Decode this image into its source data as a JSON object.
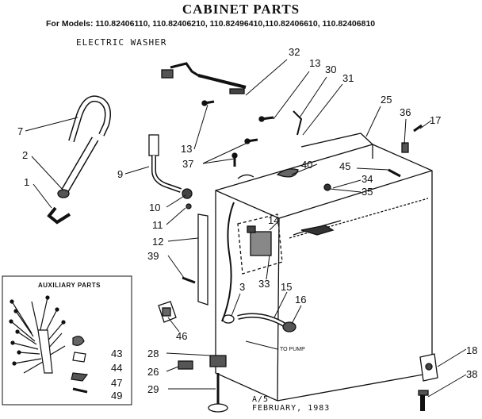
{
  "header": {
    "title": "CABINET PARTS",
    "models": "For Models: 110.82406110, 110.82406210, 110.82496410,110.82406610, 110.82406810",
    "subtitle": "ELECTRIC WASHER"
  },
  "auxiliary": {
    "title": "AUXILIARY PARTS"
  },
  "callouts": {
    "c1": "1",
    "c2": "2",
    "c3": "3",
    "c7": "7",
    "c9": "9",
    "c10": "10",
    "c11": "11",
    "c12": "12",
    "c13a": "13",
    "c13b": "13",
    "c14": "14",
    "c15": "15",
    "c16": "16",
    "c17": "17",
    "c18": "18",
    "c25": "25",
    "c26": "26",
    "c28": "28",
    "c29": "29",
    "c30": "30",
    "c31": "31",
    "c32": "32",
    "c33": "33",
    "c34": "34",
    "c35": "35",
    "c36": "36",
    "c37": "37",
    "c38": "38",
    "c39": "39",
    "c40": "40",
    "c43": "43",
    "c44": "44",
    "c45": "45",
    "c46": "46",
    "c47": "47",
    "c49": "49"
  },
  "pump_note": "TO PUMP",
  "footer": {
    "code": "A/5",
    "date": "FEBRUARY, 1983"
  }
}
